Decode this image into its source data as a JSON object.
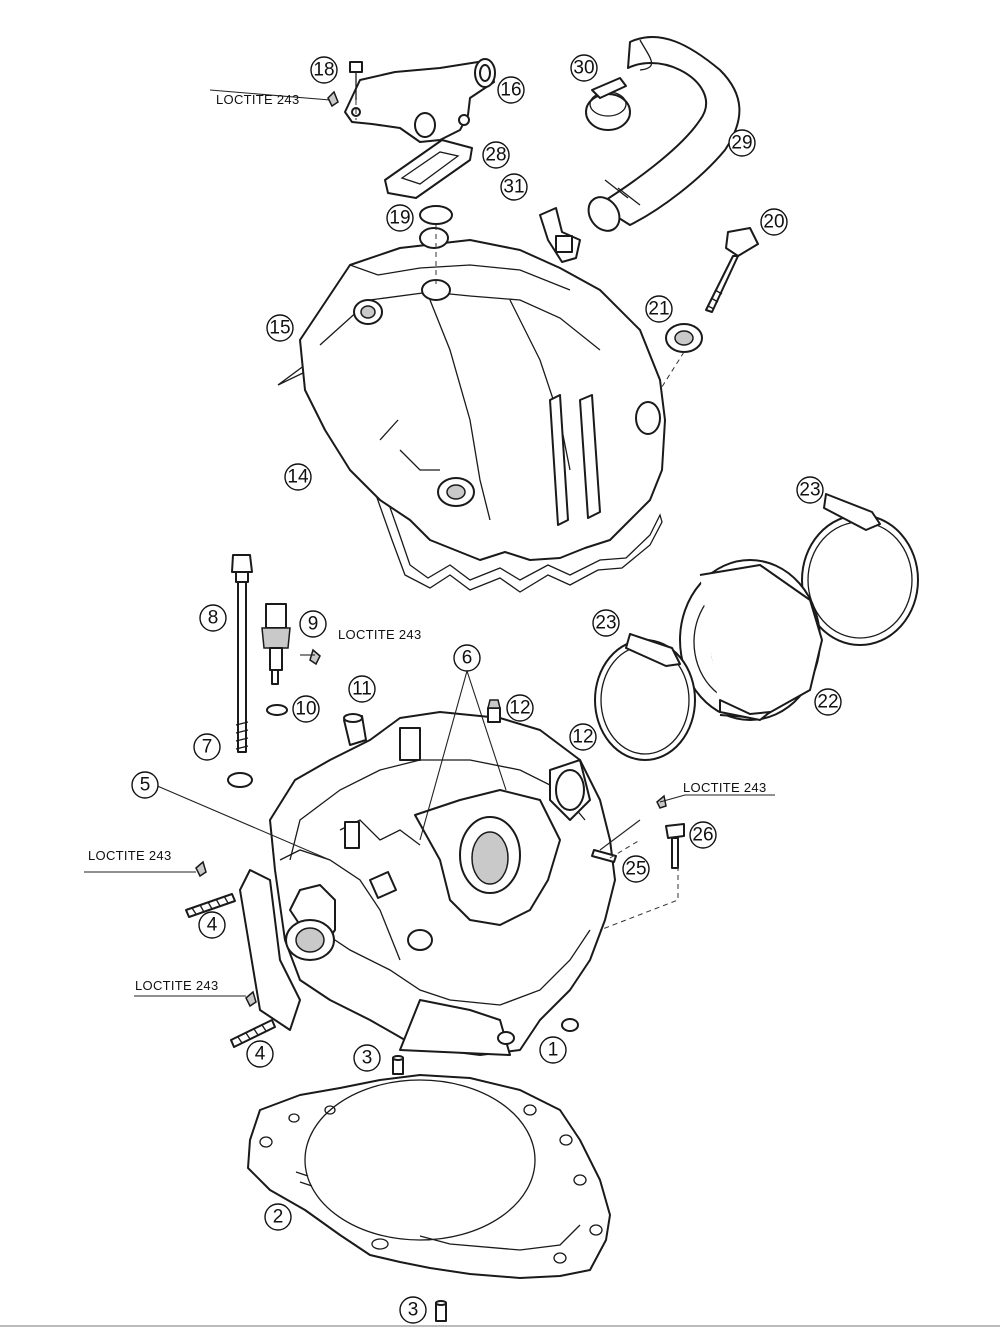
{
  "diagram": {
    "callouts": [
      {
        "id": "c1",
        "label": "1"
      },
      {
        "id": "c2",
        "label": "2"
      },
      {
        "id": "c3a",
        "label": "3"
      },
      {
        "id": "c3b",
        "label": "3"
      },
      {
        "id": "c4a",
        "label": "4"
      },
      {
        "id": "c4b",
        "label": "4"
      },
      {
        "id": "c5",
        "label": "5"
      },
      {
        "id": "c6",
        "label": "6"
      },
      {
        "id": "c7",
        "label": "7"
      },
      {
        "id": "c8",
        "label": "8"
      },
      {
        "id": "c9",
        "label": "9"
      },
      {
        "id": "c10",
        "label": "10"
      },
      {
        "id": "c11",
        "label": "11"
      },
      {
        "id": "c12a",
        "label": "12"
      },
      {
        "id": "c12b",
        "label": "12"
      },
      {
        "id": "c14",
        "label": "14"
      },
      {
        "id": "c15",
        "label": "15"
      },
      {
        "id": "c16",
        "label": "16"
      },
      {
        "id": "c18",
        "label": "18"
      },
      {
        "id": "c19",
        "label": "19"
      },
      {
        "id": "c20",
        "label": "20"
      },
      {
        "id": "c21",
        "label": "21"
      },
      {
        "id": "c22",
        "label": "22"
      },
      {
        "id": "c23a",
        "label": "23"
      },
      {
        "id": "c23b",
        "label": "23"
      },
      {
        "id": "c25",
        "label": "25"
      },
      {
        "id": "c26",
        "label": "26"
      },
      {
        "id": "c28",
        "label": "28"
      },
      {
        "id": "c29",
        "label": "29"
      },
      {
        "id": "c30",
        "label": "30"
      },
      {
        "id": "c31",
        "label": "31"
      }
    ],
    "notes": [
      {
        "id": "n1",
        "text": "LOCTITE 243"
      },
      {
        "id": "n2",
        "text": "LOCTITE 243"
      },
      {
        "id": "n3",
        "text": "LOCTITE 243"
      },
      {
        "id": "n4",
        "text": "LOCTITE 243"
      },
      {
        "id": "n5",
        "text": "LOCTITE 243"
      }
    ]
  }
}
